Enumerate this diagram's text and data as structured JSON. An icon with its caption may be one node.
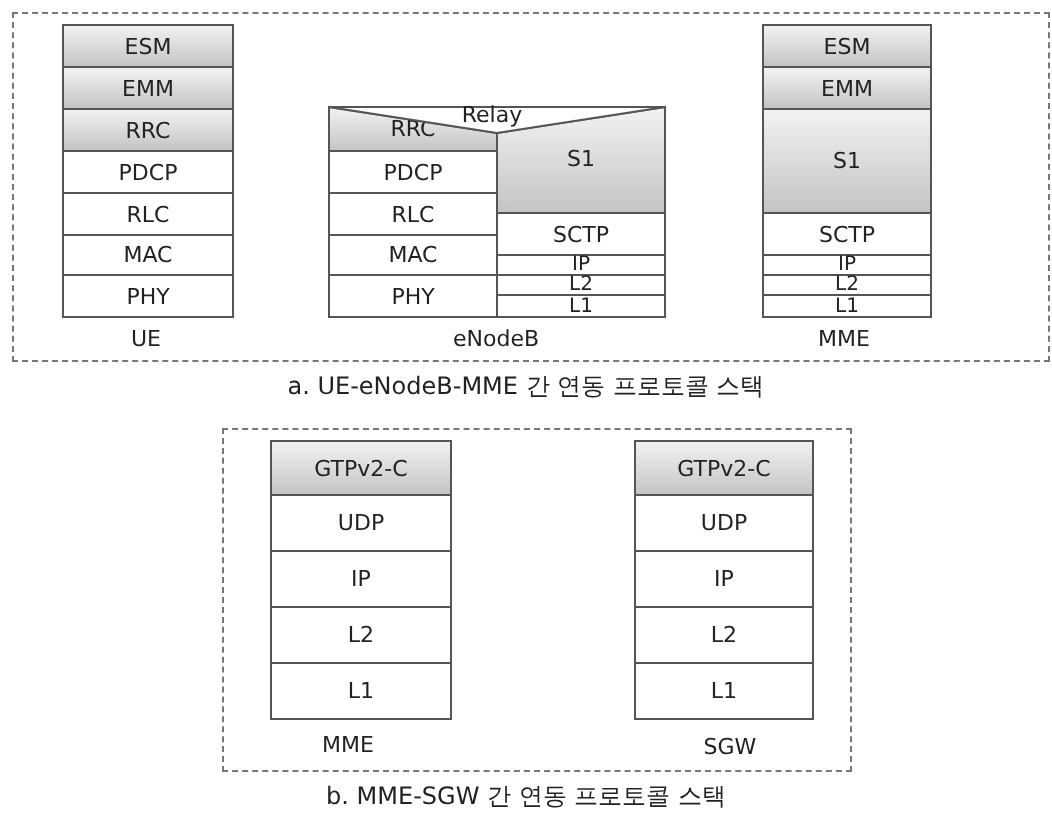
{
  "diagram": {
    "nodes": [
      {
        "text": [],
        "shape": "box"
      },
      {
        "text": [
          "ESM"
        ],
        "in": 0
      },
      {
        "text": [
          "EMM"
        ],
        "in": 0
      },
      {
        "text": [
          "RRC"
        ],
        "in": 0
      },
      {
        "text": [
          "PDCP"
        ],
        "in": 0
      },
      {
        "text": [
          "RLC"
        ],
        "in": 0
      },
      {
        "text": [
          "MAC"
        ],
        "in": 0
      },
      {
        "text": [
          "PHY"
        ],
        "in": 0
      },
      {
        "text": [
          "Relay"
        ],
        "in": 0
      },
      {
        "text": [
          "RRC"
        ],
        "in": 0
      },
      {
        "text": [
          "PDCP"
        ],
        "in": 0
      },
      {
        "text": [
          "RLC"
        ],
        "in": 0
      },
      {
        "text": [
          "MAC"
        ],
        "in": 0
      },
      {
        "text": [
          "PHY"
        ],
        "in": 0
      },
      {
        "text": [
          "S1"
        ],
        "in": 0
      },
      {
        "text": [
          "SCTP"
        ],
        "in": 0
      },
      {
        "text": [
          "IP"
        ],
        "in": 0
      },
      {
        "text": [
          "L2"
        ],
        "in": 0
      },
      {
        "text": [
          "L1"
        ],
        "in": 0
      },
      {
        "text": [
          "ESM"
        ],
        "in": 0
      },
      {
        "text": [
          "EMM"
        ],
        "in": 0
      },
      {
        "text": [
          "S1"
        ],
        "in": 0
      },
      {
        "text": [
          "SCTP"
        ],
        "in": 0
      },
      {
        "text": [
          "IP"
        ],
        "in": 0
      },
      {
        "text": [
          "L2"
        ],
        "in": 0
      },
      {
        "text": [
          "L1"
        ],
        "in": 0
      },
      {
        "text": [],
        "shape": "box"
      },
      {
        "text": [
          "GTPv2-C"
        ],
        "in": 26
      },
      {
        "text": [
          "UDP"
        ],
        "in": 26
      },
      {
        "text": [
          "IP"
        ],
        "in": 26
      },
      {
        "text": [
          "L2"
        ],
        "in": 26
      },
      {
        "text": [
          "L1"
        ],
        "in": 26
      },
      {
        "text": [
          "GTPv2-C"
        ],
        "in": 26
      },
      {
        "text": [
          "UDP"
        ],
        "in": 26
      },
      {
        "text": [
          "IP"
        ],
        "in": 26
      },
      {
        "text": [
          "L2"
        ],
        "in": 26
      },
      {
        "text": [
          "L1"
        ],
        "in": 26
      }
    ],
    "labels": [
      "UE",
      "eNodeB",
      "MME",
      "a. UE-eNodeB-MME 간 연동 프로토콜 스택",
      "MME",
      "SGW",
      "b. MME-SGW 간 연동 프로토콜 스택"
    ]
  }
}
